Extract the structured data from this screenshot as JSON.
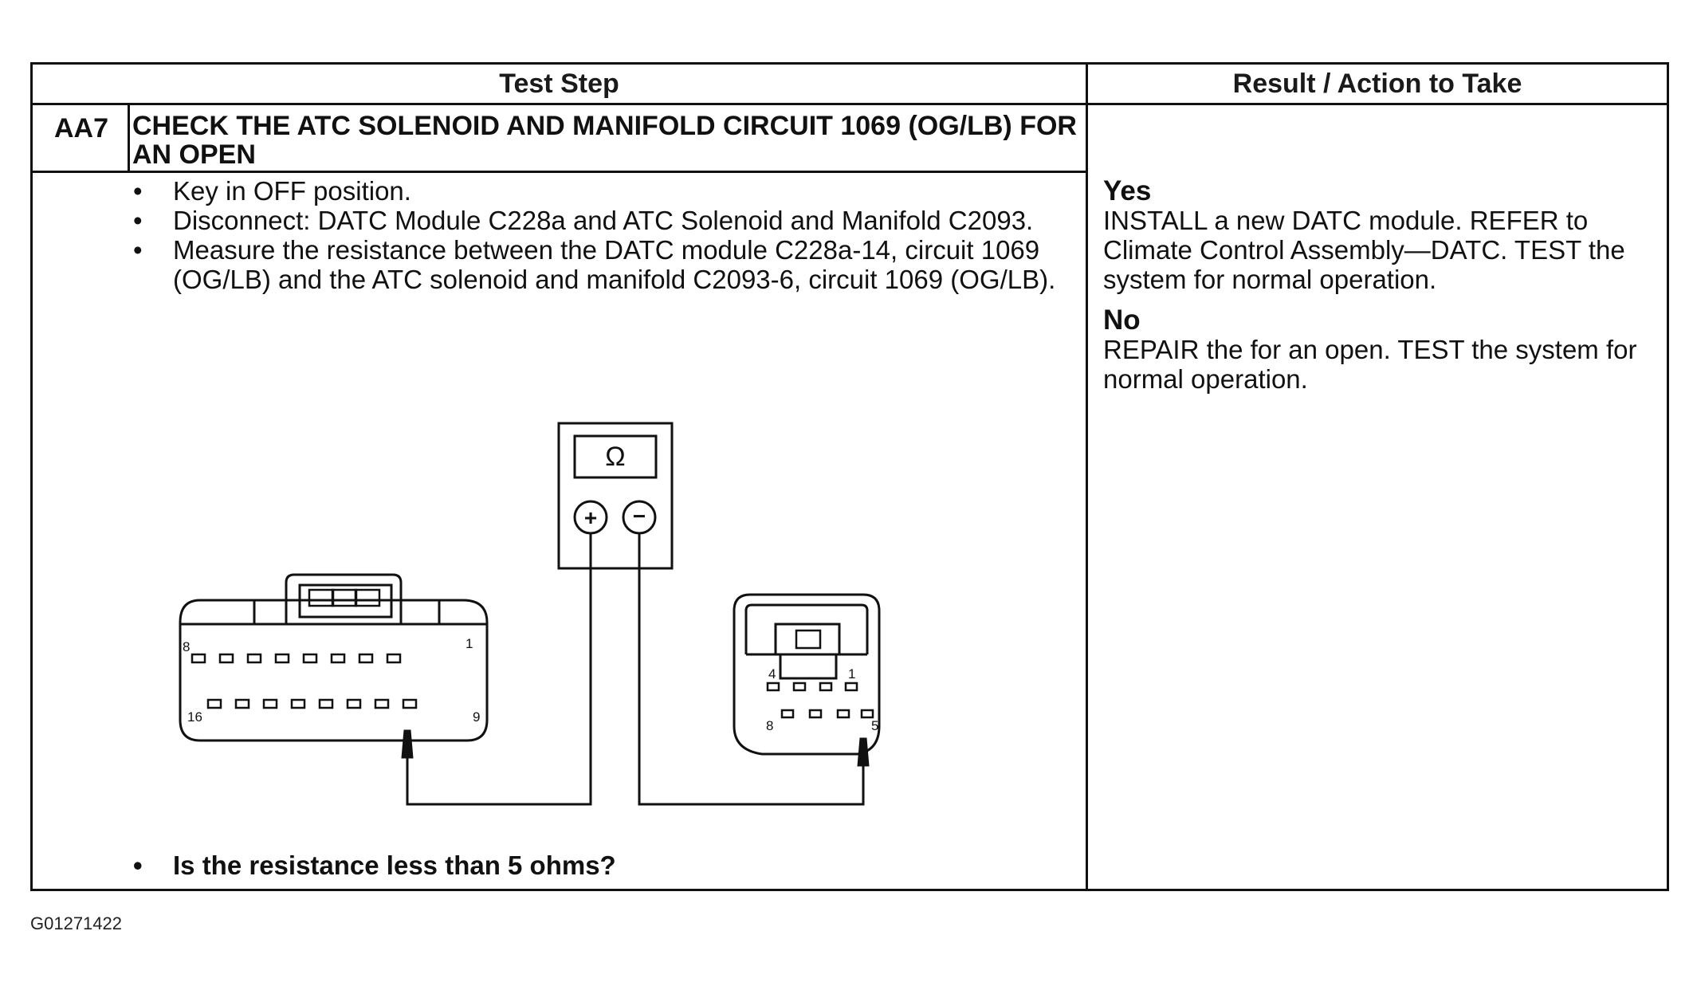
{
  "table": {
    "header_test_step": "Test Step",
    "header_result": "Result / Action to Take",
    "step_id": "AA7",
    "step_title": "CHECK THE ATC SOLENOID AND MANIFOLD CIRCUIT 1069 (OG/LB) FOR AN OPEN",
    "steps": [
      "Key in OFF position.",
      "Disconnect: DATC Module C228a and ATC Solenoid and Manifold C2093.",
      "Measure the resistance between the DATC module C228a-14, circuit 1069 (OG/LB) and the ATC solenoid and manifold C2093-6, circuit 1069 (OG/LB)."
    ],
    "question": "Is the resistance less than 5 ohms?",
    "results": [
      {
        "label": "Yes",
        "text": "INSTALL a new DATC module. REFER to Climate Control Assembly—DATC. TEST the system for normal operation."
      },
      {
        "label": "No",
        "text": "REPAIR the for an open. TEST the system for normal operation."
      }
    ]
  },
  "diagram": {
    "meter_symbol": "Ω",
    "meter_plus": "+",
    "meter_minus": "−",
    "left_connector_pins": {
      "top_left": "8",
      "top_right": "1",
      "bottom_left": "16",
      "bottom_right": "9"
    },
    "right_connector_pins": {
      "top_left": "4",
      "top_right": "1",
      "bottom_left": "8",
      "bottom_right": "5"
    }
  },
  "figure_id": "G01271422"
}
